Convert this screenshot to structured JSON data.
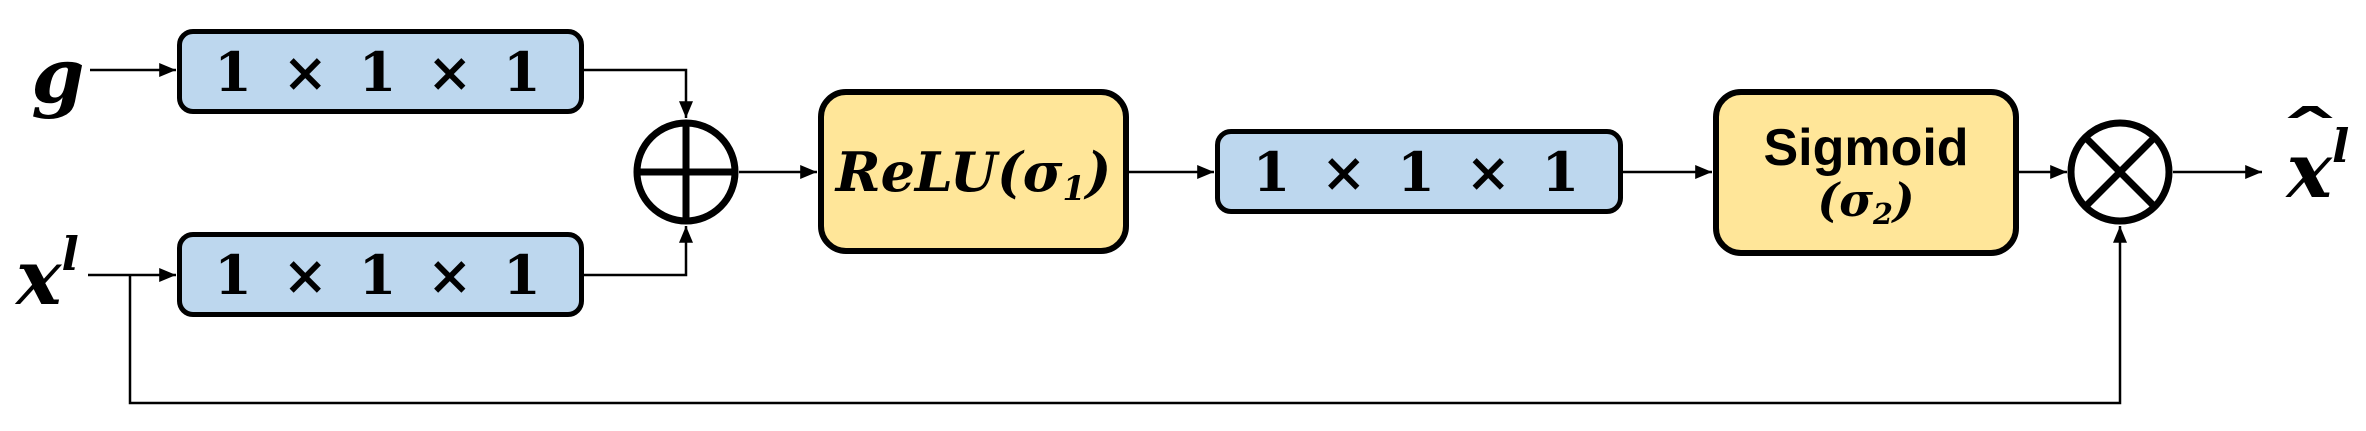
{
  "labels": {
    "input_g": "g",
    "input_x_base": "x",
    "input_x_sup": "l",
    "output_x_base": "x",
    "output_hat": "ˆ",
    "output_x_sup": "l"
  },
  "blocks": {
    "conv_g": {
      "label": "1 × 1 × 1"
    },
    "conv_x": {
      "label": "1 × 1 × 1"
    },
    "conv_mid": {
      "label": "1 × 1 × 1"
    },
    "relu": {
      "pre": "ReLU(σ",
      "sub": "1",
      "post": ")"
    },
    "sigmoid": {
      "line1": "Sigmoid",
      "pre": "(σ",
      "sub": "2",
      "post": ")"
    }
  },
  "nodes": {
    "add": {
      "symbol": "⊕"
    },
    "multiply": {
      "symbol": "⊗"
    }
  },
  "colors": {
    "conv_fill": "#BDD7EE",
    "activation_fill": "#FFE699",
    "stroke": "#000000",
    "background": "#FFFFFF"
  }
}
